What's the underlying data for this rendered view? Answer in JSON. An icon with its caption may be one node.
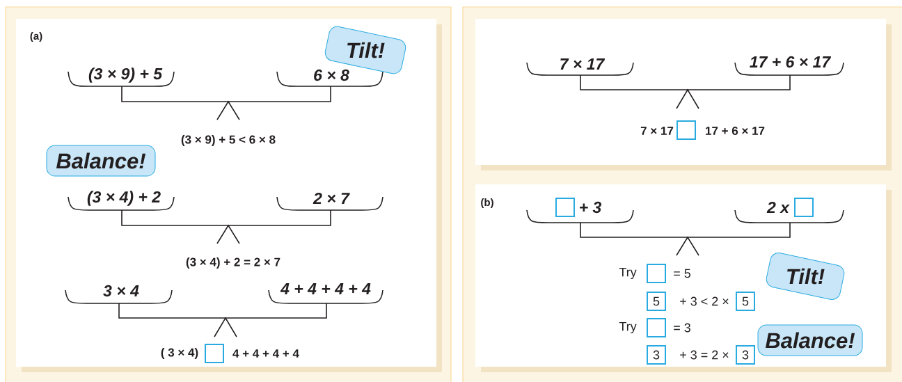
{
  "diagram": {
    "nodes": [
      {
        "text": [
          "Tilt!"
        ]
      },
      {
        "text": [
          "Balance!"
        ]
      },
      {
        "text": [],
        "shape": "box"
      },
      {
        "text": [],
        "shape": "box"
      },
      {
        "text": [],
        "shape": "box"
      },
      {
        "text": [],
        "shape": "box"
      },
      {
        "text": [],
        "shape": "box"
      },
      {
        "text": [
          "5"
        ]
      },
      {
        "text": [
          "5"
        ]
      },
      {
        "text": [
          "Tilt!"
        ]
      },
      {
        "text": [],
        "shape": "box"
      },
      {
        "text": [
          "3"
        ]
      },
      {
        "text": [
          "3"
        ]
      },
      {
        "text": [
          "Balance!"
        ]
      }
    ],
    "labels": [
      "(a)",
      "(3 × 9) + 5",
      "6 × 8",
      "(3 × 9) + 5 < 6 × 8",
      "(3 × 4) + 2",
      "2 × 7",
      "(3 × 4) + 2 = 2 × 7",
      "3 × 4",
      "4 + 4 + 4 + 4",
      "( 3 × 4)",
      "4 + 4 + 4 + 4",
      "7 × 17",
      "17 + 6 × 17",
      "7 × 17",
      "17 + 6 × 17",
      "(b)",
      "+ 3",
      "2 x",
      "Try",
      "= 5",
      "+ 3 < 2 ×",
      "Try",
      "= 3",
      "+ 3 = 2 ×"
    ]
  }
}
